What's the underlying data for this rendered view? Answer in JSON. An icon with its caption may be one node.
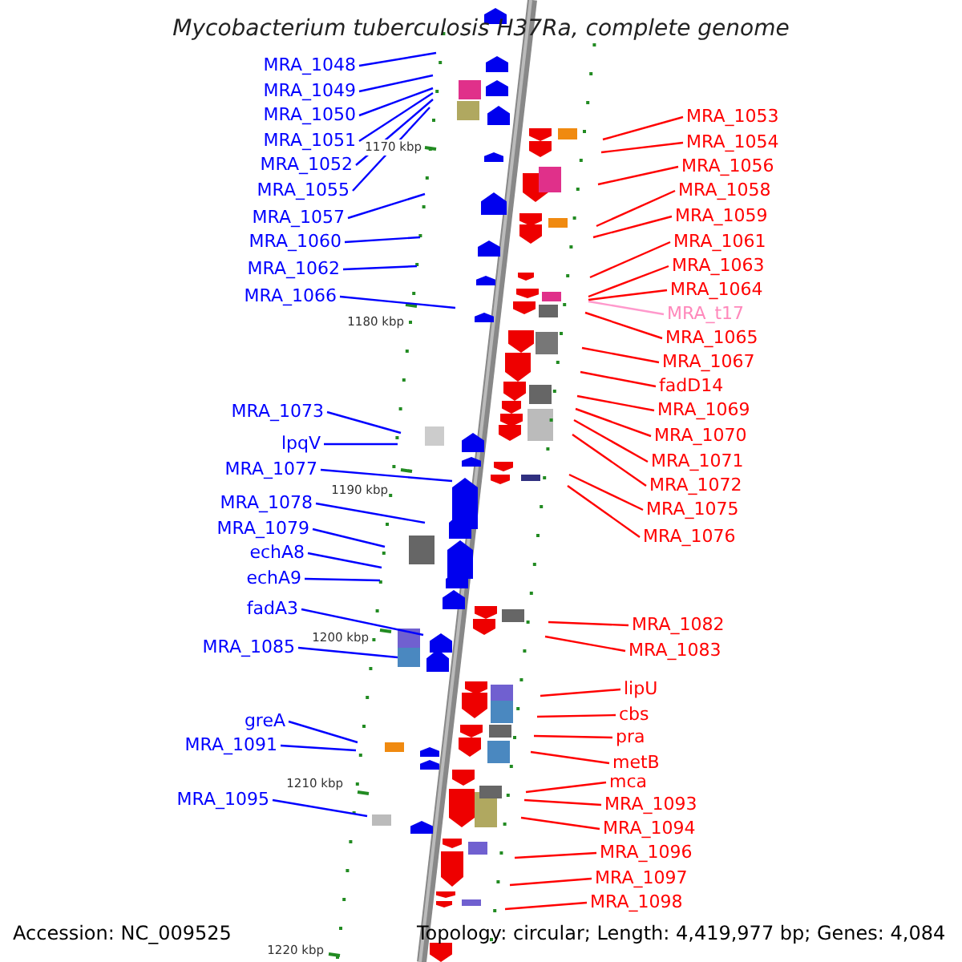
{
  "diagram": {
    "title": "Mycobacterium tuberculosis H37Ra, complete genome",
    "nodes": [
      {
        "text": [
          "MRA_1048"
        ]
      },
      {
        "text": [
          "MRA_1049"
        ]
      },
      {
        "text": [
          "MRA_1050"
        ]
      },
      {
        "text": [
          "MRA_1051"
        ]
      },
      {
        "text": [
          "MRA_1052"
        ]
      },
      {
        "text": [
          "MRA_1055"
        ]
      },
      {
        "text": [
          "MRA_1057"
        ]
      },
      {
        "text": [
          "MRA_1060"
        ]
      },
      {
        "text": [
          "MRA_1062"
        ]
      },
      {
        "text": [
          "MRA_1066"
        ]
      },
      {
        "text": [
          "MRA_1073"
        ]
      },
      {
        "text": [
          "lpqV"
        ]
      },
      {
        "text": [
          "MRA_1077"
        ]
      },
      {
        "text": [
          "MRA_1078"
        ]
      },
      {
        "text": [
          "MRA_1079"
        ]
      },
      {
        "text": [
          "echA8"
        ]
      },
      {
        "text": [
          "echA9"
        ]
      },
      {
        "text": [
          "fadA3"
        ]
      },
      {
        "text": [
          "MRA_1085"
        ]
      },
      {
        "text": [
          "greA"
        ]
      },
      {
        "text": [
          "MRA_1091"
        ]
      },
      {
        "text": [
          "MRA_1095"
        ]
      },
      {
        "text": [
          "MRA_1053"
        ]
      },
      {
        "text": [
          "MRA_1054"
        ]
      },
      {
        "text": [
          "MRA_1056"
        ]
      },
      {
        "text": [
          "MRA_1058"
        ]
      },
      {
        "text": [
          "MRA_1059"
        ]
      },
      {
        "text": [
          "MRA_1061"
        ]
      },
      {
        "text": [
          "MRA_1063"
        ]
      },
      {
        "text": [
          "MRA_1064"
        ]
      },
      {
        "text": [
          "MRA_t17"
        ]
      },
      {
        "text": [
          "MRA_1065"
        ]
      },
      {
        "text": [
          "MRA_1067"
        ]
      },
      {
        "text": [
          "fadD14"
        ]
      },
      {
        "text": [
          "MRA_1069"
        ]
      },
      {
        "text": [
          "MRA_1070"
        ]
      },
      {
        "text": [
          "MRA_1071"
        ]
      },
      {
        "text": [
          "MRA_1072"
        ]
      },
      {
        "text": [
          "MRA_1075"
        ]
      },
      {
        "text": [
          "MRA_1076"
        ]
      },
      {
        "text": [
          "MRA_1082"
        ]
      },
      {
        "text": [
          "MRA_1083"
        ]
      },
      {
        "text": [
          "lipU"
        ]
      },
      {
        "text": [
          "cbs"
        ]
      },
      {
        "text": [
          "pra"
        ]
      },
      {
        "text": [
          "metB"
        ]
      },
      {
        "text": [
          "mca"
        ]
      },
      {
        "text": [
          "MRA_1093"
        ]
      },
      {
        "text": [
          "MRA_1094"
        ]
      },
      {
        "text": [
          "MRA_1096"
        ]
      },
      {
        "text": [
          "MRA_1097"
        ]
      },
      {
        "text": [
          "MRA_1098"
        ]
      }
    ],
    "edges": [
      {
        "from": 0,
        "to": null,
        "arrow": "none",
        "color": "#0000ff"
      },
      {
        "from": 1,
        "to": null,
        "arrow": "none",
        "color": "#0000ff"
      },
      {
        "from": 2,
        "to": null,
        "arrow": "none",
        "color": "#0000ff"
      },
      {
        "from": 3,
        "to": null,
        "arrow": "none",
        "color": "#0000ff"
      },
      {
        "from": 4,
        "to": null,
        "arrow": "none",
        "color": "#0000ff"
      },
      {
        "from": 5,
        "to": null,
        "arrow": "none",
        "color": "#0000ff"
      },
      {
        "from": 6,
        "to": null,
        "arrow": "none",
        "color": "#0000ff"
      },
      {
        "from": 7,
        "to": null,
        "arrow": "none",
        "color": "#0000ff"
      },
      {
        "from": 8,
        "to": null,
        "arrow": "none",
        "color": "#0000ff"
      },
      {
        "from": 9,
        "to": null,
        "arrow": "none",
        "color": "#0000ff"
      },
      {
        "from": 10,
        "to": null,
        "arrow": "none",
        "color": "#0000ff"
      },
      {
        "from": 11,
        "to": null,
        "arrow": "none",
        "color": "#0000ff"
      },
      {
        "from": 12,
        "to": null,
        "arrow": "none",
        "color": "#0000ff"
      },
      {
        "from": 13,
        "to": null,
        "arrow": "none",
        "color": "#0000ff"
      },
      {
        "from": 14,
        "to": null,
        "arrow": "none",
        "color": "#0000ff"
      },
      {
        "from": 15,
        "to": null,
        "arrow": "none",
        "color": "#0000ff"
      },
      {
        "from": 16,
        "to": null,
        "arrow": "none",
        "color": "#0000ff"
      },
      {
        "from": 17,
        "to": null,
        "arrow": "none",
        "color": "#0000ff"
      },
      {
        "from": 18,
        "to": null,
        "arrow": "none",
        "color": "#0000ff"
      },
      {
        "from": 19,
        "to": null,
        "arrow": "none",
        "color": "#0000ff"
      },
      {
        "from": 20,
        "to": null,
        "arrow": "none",
        "color": "#0000ff"
      },
      {
        "from": 21,
        "to": null,
        "arrow": "none",
        "color": "#0000ff"
      },
      {
        "from": 22,
        "to": null,
        "arrow": "none"
      },
      {
        "from": 23,
        "to": null,
        "arrow": "none"
      },
      {
        "from": 24,
        "to": null,
        "arrow": "none"
      },
      {
        "from": 25,
        "to": null,
        "arrow": "none"
      },
      {
        "from": 26,
        "to": null,
        "arrow": "none"
      },
      {
        "from": 27,
        "to": null,
        "arrow": "none"
      },
      {
        "from": 28,
        "to": null,
        "arrow": "none"
      },
      {
        "from": 29,
        "to": null,
        "arrow": "none"
      },
      {
        "from": 30,
        "to": null,
        "arrow": "none",
        "color": "#ff99cc"
      },
      {
        "from": 31,
        "to": null,
        "arrow": "none"
      },
      {
        "from": 32,
        "to": null,
        "arrow": "none"
      },
      {
        "from": 33,
        "to": null,
        "arrow": "none"
      },
      {
        "from": 34,
        "to": null,
        "arrow": "none"
      },
      {
        "from": 35,
        "to": null,
        "arrow": "none"
      },
      {
        "from": 36,
        "to": null,
        "arrow": "none"
      },
      {
        "from": 37,
        "to": null,
        "arrow": "none"
      },
      {
        "from": 38,
        "to": null,
        "arrow": "none"
      },
      {
        "from": 39,
        "to": null,
        "arrow": "none"
      },
      {
        "from": 40,
        "to": null,
        "arrow": "none"
      },
      {
        "from": 41,
        "to": null,
        "arrow": "none"
      },
      {
        "from": 42,
        "to": null,
        "arrow": "none"
      },
      {
        "from": 43,
        "to": null,
        "arrow": "none"
      },
      {
        "from": 44,
        "to": null,
        "arrow": "none"
      },
      {
        "from": 45,
        "to": null,
        "arrow": "none"
      },
      {
        "from": 46,
        "to": null,
        "arrow": "none"
      },
      {
        "from": 47,
        "to": null,
        "arrow": "none"
      },
      {
        "from": 48,
        "to": null,
        "arrow": "none"
      },
      {
        "from": 49,
        "to": null,
        "arrow": "none"
      },
      {
        "from": 50,
        "to": null,
        "arrow": "none"
      },
      {
        "from": 51,
        "to": null,
        "arrow": "none"
      }
    ],
    "labels": [
      "1170 kbp",
      "1180 kbp",
      "1190 kbp",
      "1200 kbp",
      "1210 kbp",
      "1220 kbp",
      "Accession: NC_009525",
      "Topology: circular; Length: 4,419,977 bp; Genes: 4,084"
    ]
  }
}
